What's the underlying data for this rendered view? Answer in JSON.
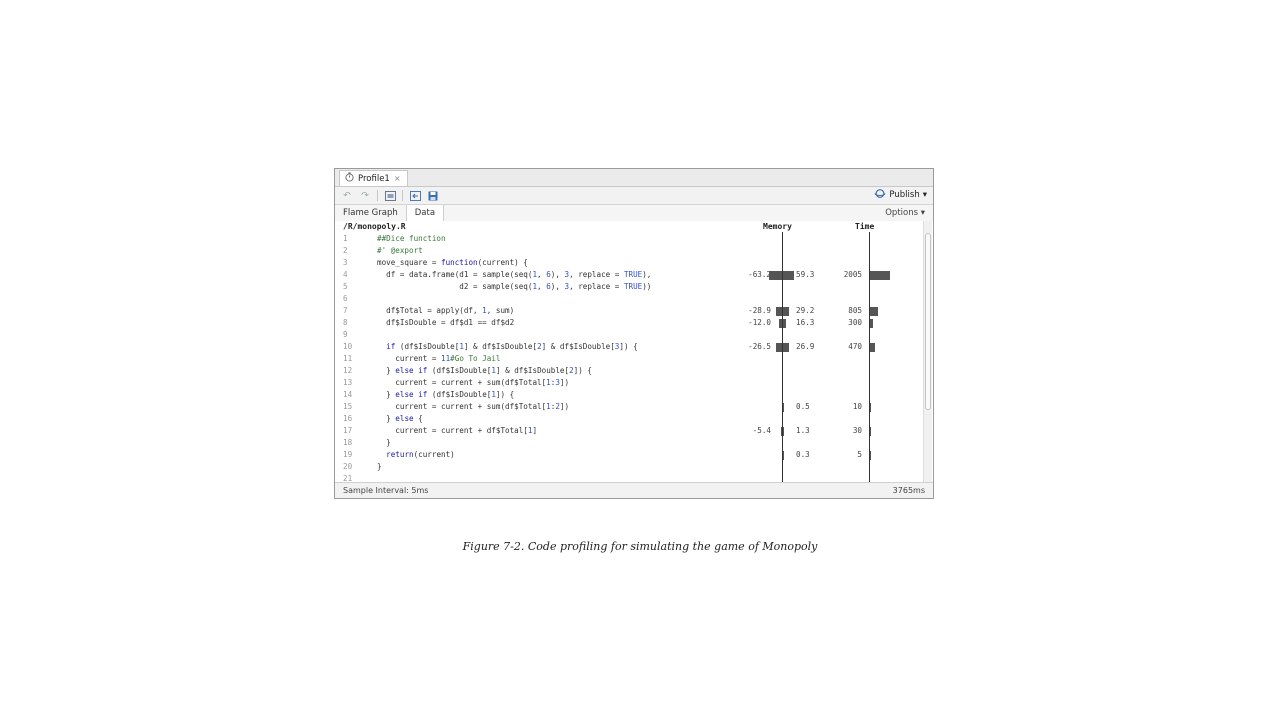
{
  "window": {
    "tab_label": "Profile1",
    "tab_close": "×"
  },
  "toolbar": {
    "publish_label": "Publish",
    "publish_caret": "▾"
  },
  "subtabs": {
    "flame_graph": "Flame Graph",
    "data": "Data",
    "options": "Options ▾"
  },
  "header": {
    "file": "/R/monopoly.R",
    "memory": "Memory",
    "time": "Time"
  },
  "lines": [
    {
      "n": "1",
      "code": "##Dice function",
      "style": "cm"
    },
    {
      "n": "2",
      "code": "#' @export",
      "style": "cm"
    },
    {
      "n": "3",
      "code": "move_square = function(current) {"
    },
    {
      "n": "4",
      "code": "  df = data.frame(d1 = sample(seq(1, 6), 3, replace = TRUE),",
      "mem_neg": "-63.2",
      "mem_pos": "59.3",
      "time": "2005"
    },
    {
      "n": "5",
      "code": "                  d2 = sample(seq(1, 6), 3, replace = TRUE))"
    },
    {
      "n": "6",
      "code": ""
    },
    {
      "n": "7",
      "code": "  df$Total = apply(df, 1, sum)",
      "mem_neg": "-28.9",
      "mem_pos": "29.2",
      "time": "805"
    },
    {
      "n": "8",
      "code": "  df$IsDouble = df$d1 == df$d2",
      "mem_neg": "-12.0",
      "mem_pos": "16.3",
      "time": "300"
    },
    {
      "n": "9",
      "code": ""
    },
    {
      "n": "10",
      "code": "  if (df$IsDouble[1] & df$IsDouble[2] & df$IsDouble[3]) {",
      "mem_neg": "-26.5",
      "mem_pos": "26.9",
      "time": "470"
    },
    {
      "n": "11",
      "code": "    current = 11#Go To Jail"
    },
    {
      "n": "12",
      "code": "  } else if (df$IsDouble[1] & df$IsDouble[2]) {"
    },
    {
      "n": "13",
      "code": "    current = current + sum(df$Total[1:3])"
    },
    {
      "n": "14",
      "code": "  } else if (df$IsDouble[1]) {"
    },
    {
      "n": "15",
      "code": "    current = current + sum(df$Total[1:2])",
      "mem_pos": "0.5",
      "time": "10"
    },
    {
      "n": "16",
      "code": "  } else {"
    },
    {
      "n": "17",
      "code": "    current = current + df$Total[1]",
      "mem_neg": "-5.4",
      "mem_pos": "1.3",
      "time": "30"
    },
    {
      "n": "18",
      "code": "  }"
    },
    {
      "n": "19",
      "code": "  return(current)",
      "mem_pos": "0.3",
      "time": "5"
    },
    {
      "n": "20",
      "code": "}"
    },
    {
      "n": "21",
      "code": ""
    }
  ],
  "footer": {
    "sample_interval": "Sample Interval: 5ms",
    "total_time": "3765ms"
  },
  "caption": "Figure 7-2. Code profiling for simulating the game of Monopoly"
}
